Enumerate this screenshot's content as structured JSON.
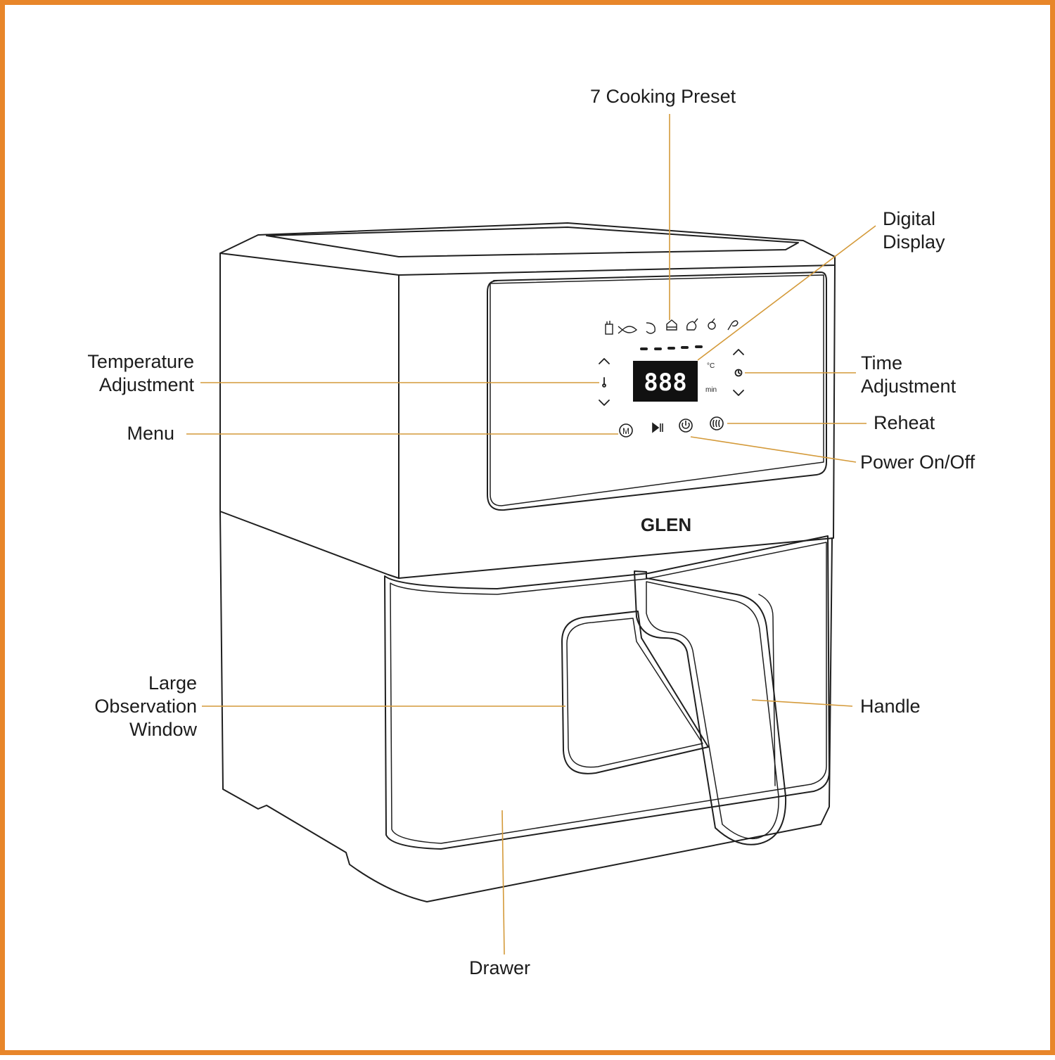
{
  "colors": {
    "frame": "#e8862a",
    "leader": "#d49a3a",
    "outline": "#1f1f1f",
    "background": "#ffffff"
  },
  "product": {
    "brand": "GLEN",
    "display_digits": "888",
    "temp_unit": "°C",
    "time_unit": "min",
    "buttons": [
      "chevron-up-icon",
      "chevron-down-icon",
      "menu-icon",
      "play-pause-icon",
      "power-icon",
      "reheat-icon",
      "clock-icon",
      "thermometer-icon"
    ],
    "preset_icons": [
      "fries-icon",
      "fish-icon",
      "shrimp-icon",
      "cake-icon",
      "chicken-icon",
      "vegetable-icon",
      "drumstick-icon"
    ]
  },
  "labels": {
    "cooking_preset": "7 Cooking Preset",
    "digital_display": [
      "Digital",
      "Display"
    ],
    "temperature_adjustment": [
      "Temperature",
      "Adjustment"
    ],
    "time_adjustment": [
      "Time",
      "Adjustment"
    ],
    "menu": "Menu",
    "reheat": "Reheat",
    "power": "Power On/Off",
    "observation_window": [
      "Large",
      "Observation",
      "Window"
    ],
    "handle": "Handle",
    "drawer": "Drawer"
  }
}
